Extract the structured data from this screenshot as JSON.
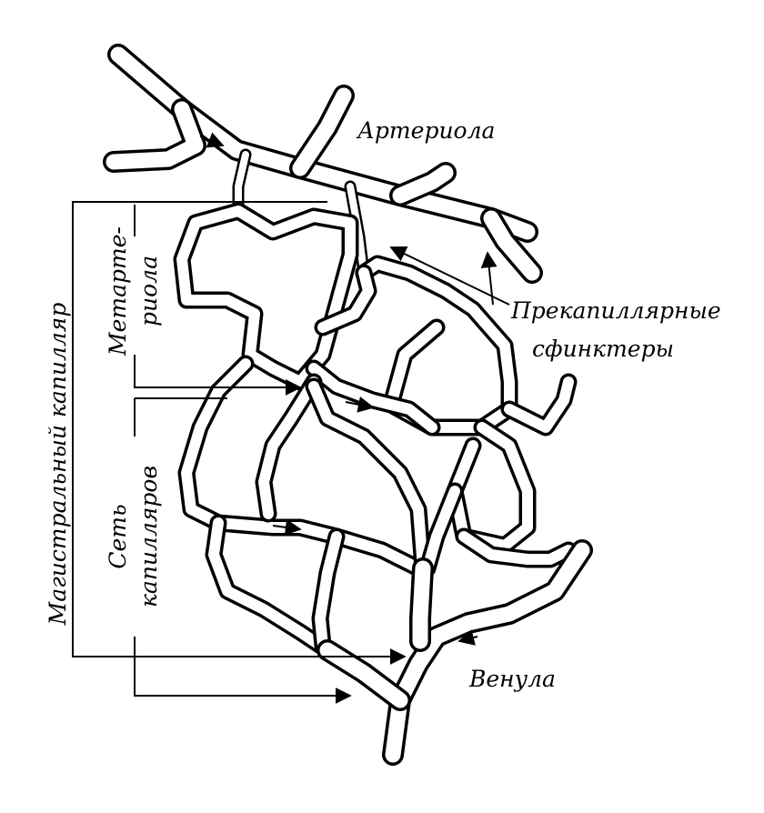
{
  "labels": {
    "arteriole": "Артериола",
    "metarteriole_line1": "Метарте-",
    "metarteriole_line2": "риола",
    "main_capillary": "Магистральный капилляр",
    "precap_line1": "Прекапиллярные",
    "precap_line2": "сфинктеры",
    "network_line1": "Сеть",
    "network_line2": "капилляров",
    "venule": "Венула"
  }
}
